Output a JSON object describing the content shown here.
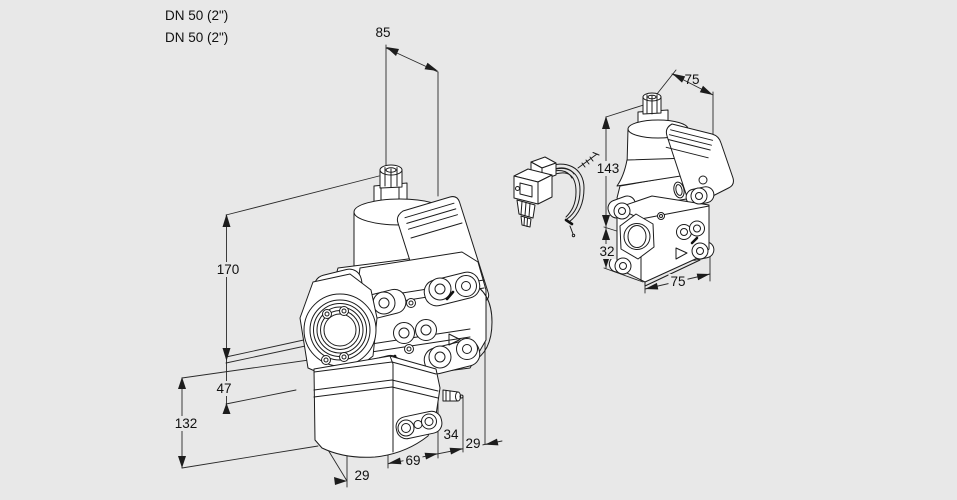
{
  "drawing": {
    "background": "#e8e8e8",
    "line_color": "#1c1c1c",
    "labels": {
      "port_size_line1": "DN 50 (2\")",
      "port_size_line2": "DN 50 (2\")"
    },
    "front_view": {
      "dim_width_top": "85",
      "dim_height_body": "170",
      "dim_height_flange": "47",
      "dim_height_base": "132",
      "dim_depth_bottom": "29",
      "dim_width_bottom": "69",
      "dim_offset_tap": "34",
      "dim_offset_right": "29"
    },
    "side_view": {
      "dim_width_top": "75",
      "dim_height_total": "143",
      "dim_height_bottom": "32",
      "dim_width_bottom": "75"
    }
  }
}
